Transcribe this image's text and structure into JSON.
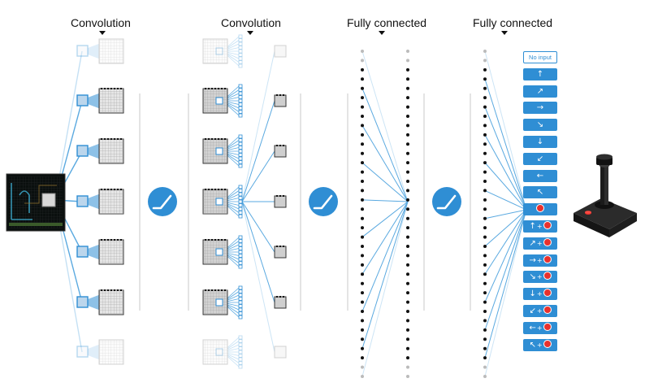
{
  "headers": {
    "conv1": "Convolution",
    "conv2": "Convolution",
    "fc1": "Fully connected",
    "fc2": "Fully connected"
  },
  "actions": [
    {
      "icon": "no-input",
      "text": "No input"
    },
    {
      "icon": "arrow-up",
      "glyph": "↑"
    },
    {
      "icon": "arrow-up-right",
      "glyph": "↗"
    },
    {
      "icon": "arrow-right",
      "glyph": "→"
    },
    {
      "icon": "arrow-down-right",
      "glyph": "↘"
    },
    {
      "icon": "arrow-down",
      "glyph": "↓"
    },
    {
      "icon": "arrow-down-left",
      "glyph": "↙"
    },
    {
      "icon": "arrow-left",
      "glyph": "←"
    },
    {
      "icon": "arrow-up-left",
      "glyph": "↖"
    },
    {
      "icon": "fire-button",
      "glyph": ""
    },
    {
      "icon": "arrow-up-plus-fire",
      "glyph": "↑"
    },
    {
      "icon": "arrow-up-right-plus-fire",
      "glyph": "↗"
    },
    {
      "icon": "arrow-right-plus-fire",
      "glyph": "→"
    },
    {
      "icon": "arrow-down-right-plus-fire",
      "glyph": "↘"
    },
    {
      "icon": "arrow-down-plus-fire",
      "glyph": "↓"
    },
    {
      "icon": "arrow-down-left-plus-fire",
      "glyph": "↙"
    },
    {
      "icon": "arrow-left-plus-fire",
      "glyph": "←"
    },
    {
      "icon": "arrow-up-left-plus-fire",
      "glyph": "↖"
    }
  ],
  "colors": {
    "accent": "#2f8ed4",
    "fire": "#e8312e",
    "node": "#111111",
    "faded_node": "#bbbbbb",
    "line": "#5aa9e0"
  },
  "icons": {
    "activation": "relu-icon",
    "controller": "joystick-icon"
  }
}
